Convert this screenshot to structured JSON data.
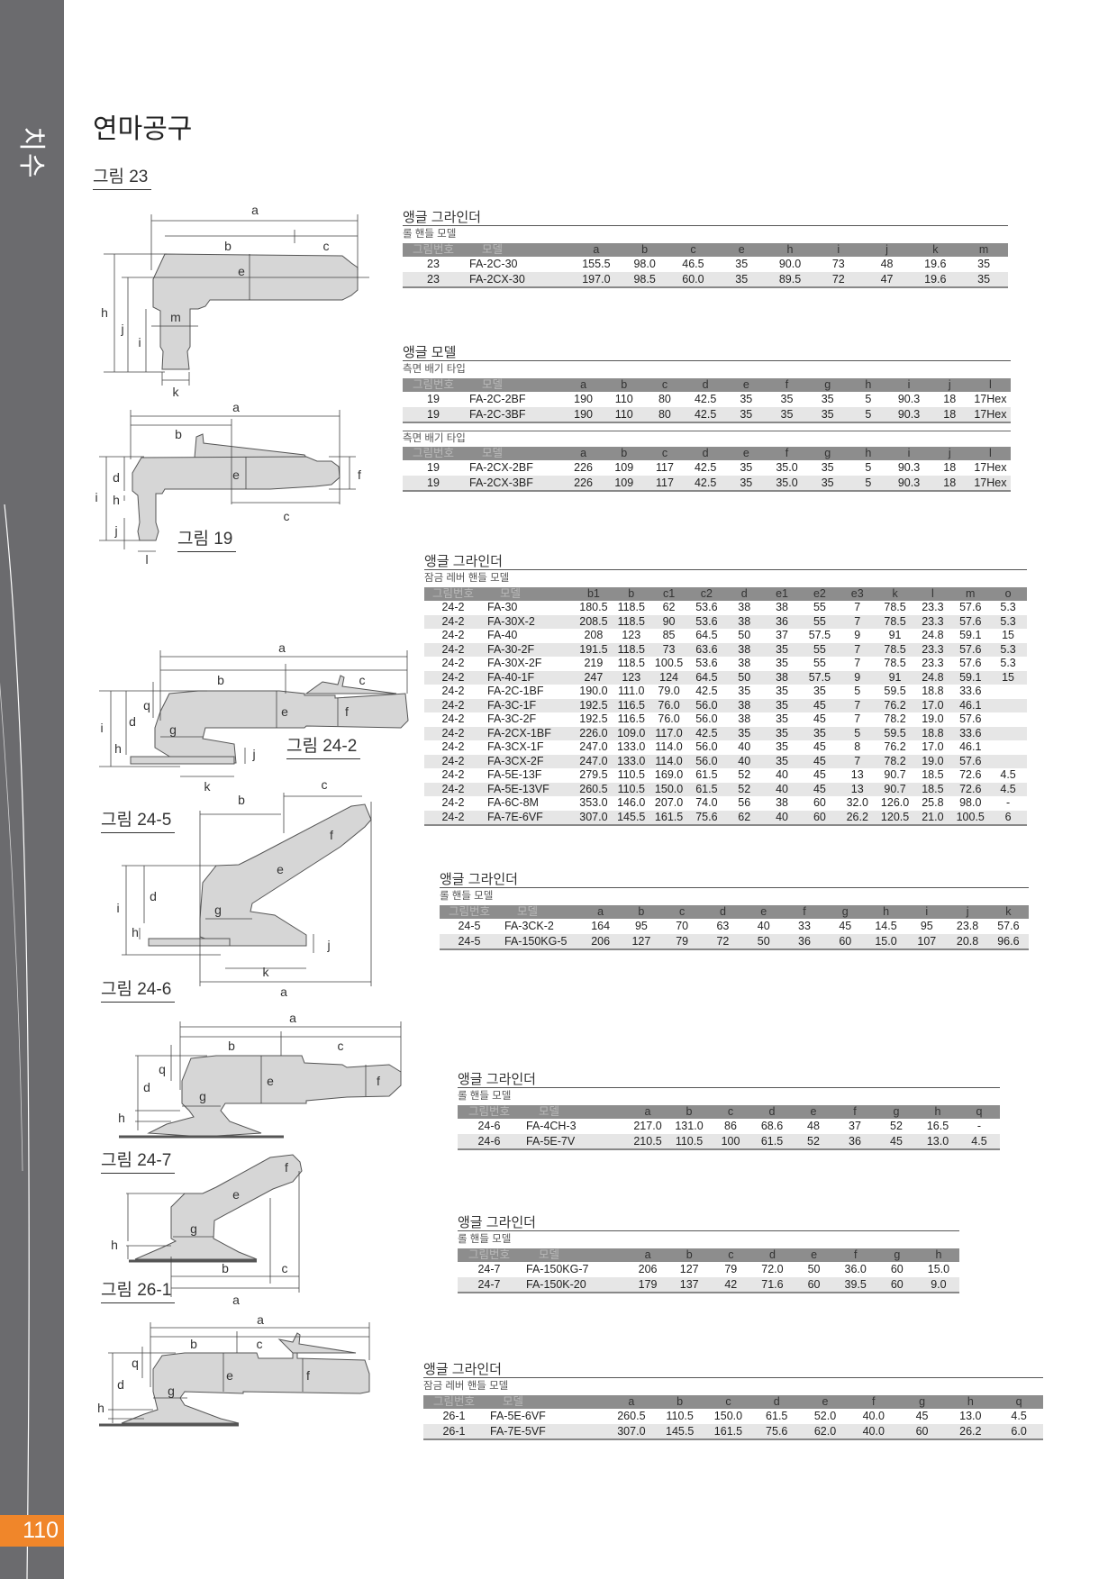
{
  "sidebar": {
    "section": "치수",
    "page_number": "110"
  },
  "page_title": "연마공구",
  "figures": [
    {
      "caption": "그림 23",
      "labels": [
        "a",
        "b",
        "c",
        "e",
        "h",
        "j",
        "i",
        "m",
        "k"
      ]
    },
    {
      "caption": "그림 19",
      "labels": [
        "a",
        "b",
        "e",
        "f",
        "c",
        "d",
        "h",
        "i",
        "j",
        "l"
      ]
    },
    {
      "caption": "그림 24-2",
      "labels": [
        "a",
        "b",
        "c",
        "q",
        "d",
        "i",
        "e",
        "f",
        "g",
        "h",
        "j",
        "k"
      ]
    },
    {
      "caption": "그림 24-5",
      "labels": [
        "b",
        "c",
        "f",
        "e",
        "d",
        "i",
        "g",
        "h",
        "j",
        "k",
        "a"
      ]
    },
    {
      "caption": "그림 24-6",
      "labels": [
        "a",
        "b",
        "c",
        "e",
        "f",
        "q",
        "d",
        "g",
        "h"
      ]
    },
    {
      "caption": "그림 24-7",
      "labels": [
        "f",
        "e",
        "g",
        "h",
        "b",
        "c",
        "a"
      ]
    },
    {
      "caption": "그림 26-1",
      "labels": [
        "a",
        "b",
        "c",
        "q",
        "d",
        "e",
        "f",
        "g",
        "h"
      ]
    }
  ],
  "tables": [
    {
      "title": "앵글 그라인더",
      "sections": [
        {
          "subtitle": "롤 핸들 모델",
          "columns": [
            "그림번호",
            "모델",
            "a",
            "b",
            "c",
            "e",
            "h",
            "i",
            "j",
            "k",
            "m"
          ],
          "rows": [
            [
              "23",
              "FA-2C-30",
              "155.5",
              "98.0",
              "46.5",
              "35",
              "90.0",
              "73",
              "48",
              "19.6",
              "35"
            ],
            [
              "23",
              "FA-2CX-30",
              "197.0",
              "98.5",
              "60.0",
              "35",
              "89.5",
              "72",
              "47",
              "19.6",
              "35"
            ]
          ]
        }
      ]
    },
    {
      "title": "앵글 모델",
      "sections": [
        {
          "subtitle": "측면 배기 타입",
          "columns": [
            "그림번호",
            "모델",
            "a",
            "b",
            "c",
            "d",
            "e",
            "f",
            "g",
            "h",
            "i",
            "j",
            "l"
          ],
          "rows": [
            [
              "19",
              "FA-2C-2BF",
              "190",
              "110",
              "80",
              "42.5",
              "35",
              "35",
              "35",
              "5",
              "90.3",
              "18",
              "17Hex"
            ],
            [
              "19",
              "FA-2C-3BF",
              "190",
              "110",
              "80",
              "42.5",
              "35",
              "35",
              "35",
              "5",
              "90.3",
              "18",
              "17Hex"
            ]
          ]
        },
        {
          "subtitle": "측면 배기 타입",
          "columns": [
            "그림번호",
            "모델",
            "a",
            "b",
            "c",
            "d",
            "e",
            "f",
            "g",
            "h",
            "i",
            "j",
            "l"
          ],
          "rows": [
            [
              "19",
              "FA-2CX-2BF",
              "226",
              "109",
              "117",
              "42.5",
              "35",
              "35.0",
              "35",
              "5",
              "90.3",
              "18",
              "17Hex"
            ],
            [
              "19",
              "FA-2CX-3BF",
              "226",
              "109",
              "117",
              "42.5",
              "35",
              "35.0",
              "35",
              "5",
              "90.3",
              "18",
              "17Hex"
            ]
          ]
        }
      ]
    },
    {
      "title": "앵글 그라인더",
      "sections": [
        {
          "subtitle": "잠금 레버 핸들 모델",
          "columns": [
            "그림번호",
            "모델",
            "b1",
            "b",
            "c1",
            "c2",
            "d",
            "e1",
            "e2",
            "e3",
            "k",
            "l",
            "m",
            "o"
          ],
          "rows": [
            [
              "24-2",
              "FA-30",
              "180.5",
              "118.5",
              "62",
              "53.6",
              "38",
              "38",
              "55",
              "7",
              "78.5",
              "23.3",
              "57.6",
              "5.3"
            ],
            [
              "24-2",
              "FA-30X-2",
              "208.5",
              "118.5",
              "90",
              "53.6",
              "38",
              "36",
              "55",
              "7",
              "78.5",
              "23.3",
              "57.6",
              "5.3"
            ],
            [
              "24-2",
              "FA-40",
              "208",
              "123",
              "85",
              "64.5",
              "50",
              "37",
              "57.5",
              "9",
              "91",
              "24.8",
              "59.1",
              "15"
            ],
            [
              "24-2",
              "FA-30-2F",
              "191.5",
              "118.5",
              "73",
              "63.6",
              "38",
              "35",
              "55",
              "7",
              "78.5",
              "23.3",
              "57.6",
              "5.3"
            ],
            [
              "24-2",
              "FA-30X-2F",
              "219",
              "118.5",
              "100.5",
              "53.6",
              "38",
              "35",
              "55",
              "7",
              "78.5",
              "23.3",
              "57.6",
              "5.3"
            ],
            [
              "24-2",
              "FA-40-1F",
              "247",
              "123",
              "124",
              "64.5",
              "50",
              "38",
              "57.5",
              "9",
              "91",
              "24.8",
              "59.1",
              "15"
            ],
            [
              "24-2",
              "FA-2C-1BF",
              "190.0",
              "111.0",
              "79.0",
              "42.5",
              "35",
              "35",
              "35",
              "5",
              "59.5",
              "18.8",
              "33.6",
              ""
            ],
            [
              "24-2",
              "FA-3C-1F",
              "192.5",
              "116.5",
              "76.0",
              "56.0",
              "38",
              "35",
              "45",
              "7",
              "76.2",
              "17.0",
              "46.1",
              ""
            ],
            [
              "24-2",
              "FA-3C-2F",
              "192.5",
              "116.5",
              "76.0",
              "56.0",
              "38",
              "35",
              "45",
              "7",
              "78.2",
              "19.0",
              "57.6",
              ""
            ],
            [
              "24-2",
              "FA-2CX-1BF",
              "226.0",
              "109.0",
              "117.0",
              "42.5",
              "35",
              "35",
              "35",
              "5",
              "59.5",
              "18.8",
              "33.6",
              ""
            ],
            [
              "24-2",
              "FA-3CX-1F",
              "247.0",
              "133.0",
              "114.0",
              "56.0",
              "40",
              "35",
              "45",
              "8",
              "76.2",
              "17.0",
              "46.1",
              ""
            ],
            [
              "24-2",
              "FA-3CX-2F",
              "247.0",
              "133.0",
              "114.0",
              "56.0",
              "40",
              "35",
              "45",
              "7",
              "78.2",
              "19.0",
              "57.6",
              ""
            ],
            [
              "24-2",
              "FA-5E-13F",
              "279.5",
              "110.5",
              "169.0",
              "61.5",
              "52",
              "40",
              "45",
              "13",
              "90.7",
              "18.5",
              "72.6",
              "4.5"
            ],
            [
              "24-2",
              "FA-5E-13VF",
              "260.5",
              "110.5",
              "150.0",
              "61.5",
              "52",
              "40",
              "45",
              "13",
              "90.7",
              "18.5",
              "72.6",
              "4.5"
            ],
            [
              "24-2",
              "FA-6C-8M",
              "353.0",
              "146.0",
              "207.0",
              "74.0",
              "56",
              "38",
              "60",
              "32.0",
              "126.0",
              "25.8",
              "98.0",
              "-"
            ],
            [
              "24-2",
              "FA-7E-6VF",
              "307.0",
              "145.5",
              "161.5",
              "75.6",
              "62",
              "40",
              "60",
              "26.2",
              "120.5",
              "21.0",
              "100.5",
              "6"
            ]
          ]
        }
      ]
    },
    {
      "title": "앵글 그라인더",
      "sections": [
        {
          "subtitle": "롤 핸들 모델",
          "columns": [
            "그림번호",
            "모델",
            "a",
            "b",
            "c",
            "d",
            "e",
            "f",
            "g",
            "h",
            "i",
            "j",
            "k"
          ],
          "rows": [
            [
              "24-5",
              "FA-3CK-2",
              "164",
              "95",
              "70",
              "63",
              "40",
              "33",
              "45",
              "14.5",
              "95",
              "23.8",
              "57.6"
            ],
            [
              "24-5",
              "FA-150KG-5",
              "206",
              "127",
              "79",
              "72",
              "50",
              "36",
              "60",
              "15.0",
              "107",
              "20.8",
              "96.6"
            ]
          ]
        }
      ]
    },
    {
      "title": "앵글 그라인더",
      "sections": [
        {
          "subtitle": "롤 핸들 모델",
          "columns": [
            "그림번호",
            "모델",
            "a",
            "b",
            "c",
            "d",
            "e",
            "f",
            "g",
            "h",
            "q"
          ],
          "rows": [
            [
              "24-6",
              "FA-4CH-3",
              "217.0",
              "131.0",
              "86",
              "68.6",
              "48",
              "37",
              "52",
              "16.5",
              "-"
            ],
            [
              "24-6",
              "FA-5E-7V",
              "210.5",
              "110.5",
              "100",
              "61.5",
              "52",
              "36",
              "45",
              "13.0",
              "4.5"
            ]
          ]
        }
      ]
    },
    {
      "title": "앵글 그라인더",
      "sections": [
        {
          "subtitle": "롤 핸들 모델",
          "columns": [
            "그림번호",
            "모델",
            "a",
            "b",
            "c",
            "d",
            "e",
            "f",
            "g",
            "h"
          ],
          "rows": [
            [
              "24-7",
              "FA-150KG-7",
              "206",
              "127",
              "79",
              "72.0",
              "50",
              "36.0",
              "60",
              "15.0"
            ],
            [
              "24-7",
              "FA-150K-20",
              "179",
              "137",
              "42",
              "71.6",
              "60",
              "39.5",
              "60",
              "9.0"
            ]
          ]
        }
      ]
    },
    {
      "title": "앵글 그라인더",
      "sections": [
        {
          "subtitle": "잠금 레버 핸들 모델",
          "columns": [
            "그림번호",
            "모델",
            "a",
            "b",
            "c",
            "d",
            "e",
            "f",
            "g",
            "h",
            "q"
          ],
          "rows": [
            [
              "26-1",
              "FA-5E-6VF",
              "260.5",
              "110.5",
              "150.0",
              "61.5",
              "52.0",
              "40.0",
              "45",
              "13.0",
              "4.5"
            ],
            [
              "26-1",
              "FA-7E-5VF",
              "307.0",
              "145.5",
              "161.5",
              "75.6",
              "62.0",
              "40.0",
              "60",
              "26.2",
              "6.0"
            ]
          ]
        }
      ]
    }
  ]
}
